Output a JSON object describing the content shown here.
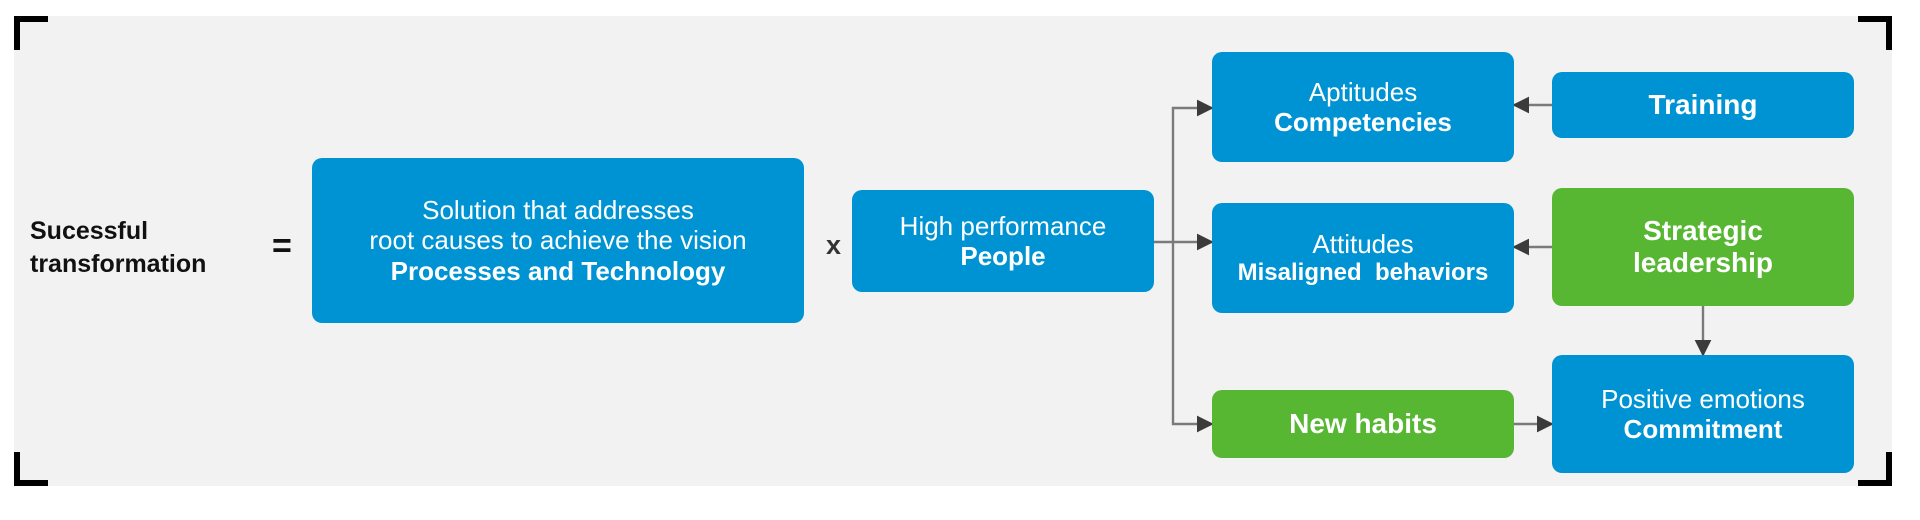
{
  "panel": {
    "bg_color": "#f2f2f2",
    "corner_marker_color": "#000000"
  },
  "colors": {
    "blue": "#0093d3",
    "green": "#57b733",
    "connector": "#7a7a7a",
    "arrowhead": "#3b3b3b",
    "text_dark": "#111111"
  },
  "equation": {
    "left_label_line1": "Sucessful",
    "left_label_line2": "transformation",
    "equals_sign": "=",
    "multiply_sign": "x"
  },
  "boxes": {
    "solution": {
      "line1": "Solution that addresses",
      "line2": "root causes to achieve the vision",
      "line3": "Processes and Technology",
      "color": "#0093d3"
    },
    "people": {
      "line1": "High performance",
      "line2": "People",
      "color": "#0093d3"
    },
    "aptitudes": {
      "line1": "Aptitudes",
      "line2": "Competencies",
      "color": "#0093d3"
    },
    "training": {
      "line1": "Training",
      "color": "#0093d3"
    },
    "attitudes": {
      "line1": "Attitudes",
      "line2": "Misaligned  behaviors",
      "color": "#0093d3"
    },
    "strategic_leadership": {
      "line1": "Strategic",
      "line2": "leadership",
      "color": "#57b733"
    },
    "new_habits": {
      "line1": "New habits",
      "color": "#57b733"
    },
    "commitment": {
      "line1": "Positive emotions",
      "line2": "Commitment",
      "color": "#0093d3"
    }
  },
  "connectors": [
    {
      "name": "people-to-branch",
      "from": "people",
      "to": "branch-trunk"
    },
    {
      "name": "branch-to-aptitudes",
      "from": "branch-trunk",
      "to": "aptitudes"
    },
    {
      "name": "branch-to-attitudes",
      "from": "branch-trunk",
      "to": "attitudes"
    },
    {
      "name": "branch-to-new-habits",
      "from": "branch-trunk",
      "to": "new_habits"
    },
    {
      "name": "training-to-aptitudes",
      "from": "training",
      "to": "aptitudes"
    },
    {
      "name": "strategic-to-attitudes",
      "from": "strategic_leadership",
      "to": "attitudes"
    },
    {
      "name": "strategic-to-commitment",
      "from": "strategic_leadership",
      "to": "commitment"
    },
    {
      "name": "new-habits-to-commitment",
      "from": "new_habits",
      "to": "commitment"
    }
  ]
}
